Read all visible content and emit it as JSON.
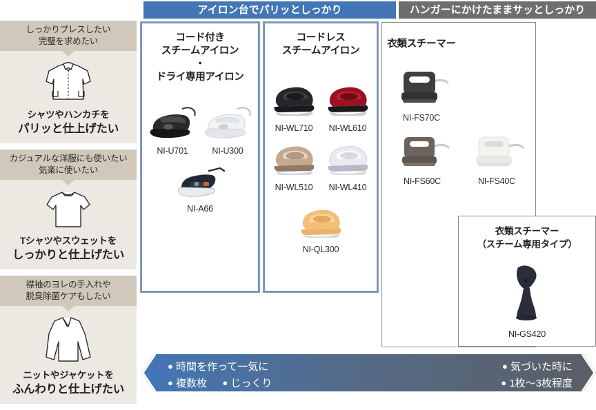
{
  "headers": {
    "left_band": "アイロン台でパリッとしっかり",
    "right_band": "ハンガーにかけたままサッとしっかり",
    "left_band_color": "#4276b6",
    "right_band_color": "#6e6e6e"
  },
  "sidebar": {
    "needs": [
      {
        "head_line1": "しっかりプレスしたい",
        "head_line2": "完璧を求めたい",
        "icon": "dress-shirt-icon",
        "label_line1": "シャツやハンカチを",
        "label_line2": "パリッと仕上げたい"
      },
      {
        "head_line1": "カジュアルな洋服にも使いたい",
        "head_line2": "気楽に使いたい",
        "icon": "tshirt-icon",
        "label_line1": "Tシャツやスウェットを",
        "label_line2": "しっかりと仕上げたい"
      },
      {
        "head_line1": "襟袖のヨレの手入れや",
        "head_line2": "脱臭除菌ケアもしたい",
        "icon": "knit-sweater-icon",
        "label_line1": "ニットやジャケットを",
        "label_line2": "ふんわりと仕上げたい"
      }
    ]
  },
  "columns": [
    {
      "title_lines": [
        "コード付き",
        "スチームアイロン",
        "・",
        "ドライ専用アイロン"
      ],
      "products": [
        {
          "name": "NI-U701",
          "icon": "corded-steam-iron-black-icon"
        },
        {
          "name": "NI-U300",
          "icon": "corded-steam-iron-white-icon"
        },
        {
          "name": "NI-A66",
          "icon": "dry-iron-navy-icon"
        }
      ]
    },
    {
      "title_lines": [
        "コードレス",
        "スチームアイロン"
      ],
      "products": [
        {
          "name": "NI-WL710",
          "icon": "cordless-iron-black-icon"
        },
        {
          "name": "NI-WL610",
          "icon": "cordless-iron-red-icon"
        },
        {
          "name": "NI-WL510",
          "icon": "cordless-iron-beige-icon"
        },
        {
          "name": "NI-WL410",
          "icon": "cordless-iron-white-icon"
        },
        {
          "name": "NI-QL300",
          "icon": "cordless-iron-orange-icon"
        }
      ]
    },
    {
      "title_lines": [
        "衣類スチーマー"
      ],
      "products": [
        {
          "name": "NI-FS70C",
          "icon": "garment-steamer-dark-icon"
        },
        {
          "name": "NI-FS60C",
          "icon": "garment-steamer-brown-icon"
        },
        {
          "name": "NI-FS40C",
          "icon": "garment-steamer-white-icon"
        }
      ]
    },
    {
      "title_lines": [
        "衣類スチーマー",
        "（スチーム専用タイプ）"
      ],
      "products": [
        {
          "name": "NI-GS420",
          "icon": "handheld-steamer-navy-icon"
        }
      ]
    }
  ],
  "bottom_banner": {
    "left_items": [
      "時間を作って一気に",
      "複数枚",
      "じっくり"
    ],
    "right_items": [
      "気づいた時に",
      "1枚〜3枚程度"
    ],
    "gradient_start": "#4276b6",
    "gradient_end": "#5b6066"
  }
}
